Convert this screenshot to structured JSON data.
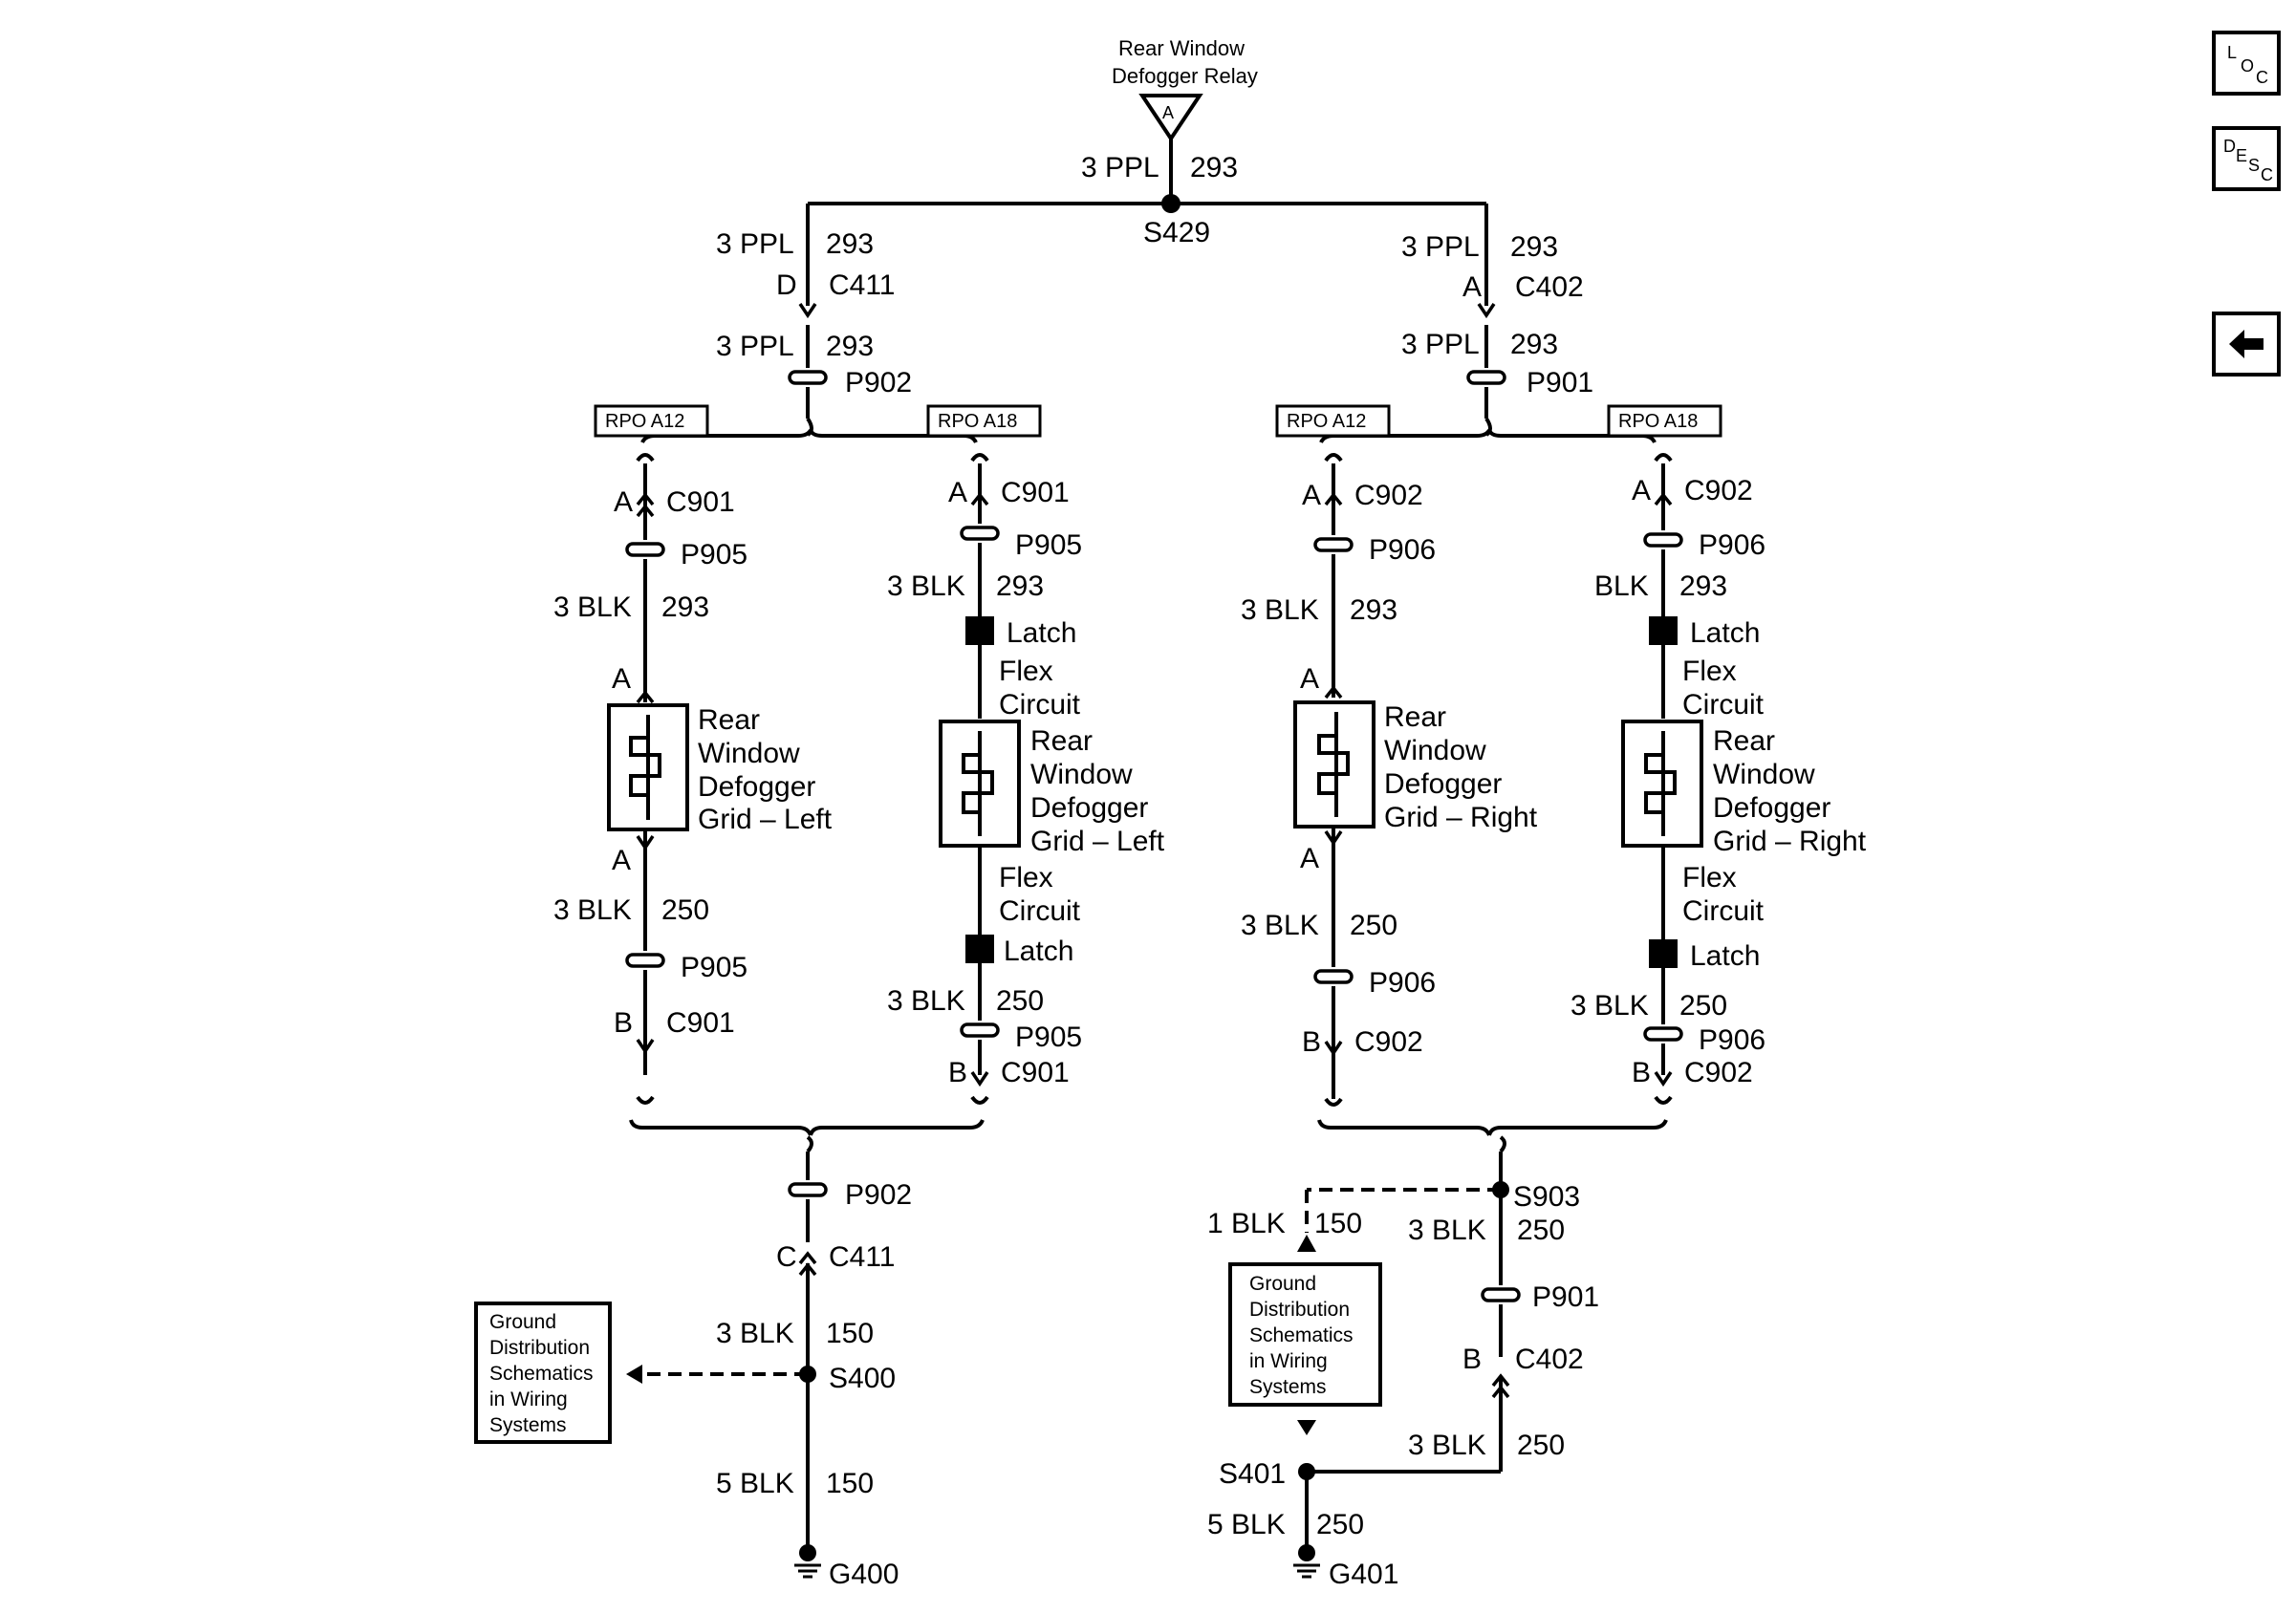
{
  "relay": {
    "title_line1": "Rear Window",
    "title_line2": "Defogger Relay",
    "terminal": "A"
  },
  "nav": {
    "loc": [
      "L",
      "O",
      "C"
    ],
    "desc": [
      "D",
      "E",
      "S",
      "C"
    ],
    "back_icon": "left-arrow-icon"
  },
  "labels": {
    "ppl3": "3 PPL",
    "blk3": "3 BLK",
    "blk": "BLK",
    "blk5": "5 BLK",
    "blk1": "1 BLK",
    "c293": "293",
    "c250": "250",
    "c150": "150",
    "s429": "S429",
    "s903": "S903",
    "s400": "S400",
    "s401": "S401",
    "g400": "G400",
    "g401": "G401",
    "c411": "C411",
    "c402": "C402",
    "c901": "C901",
    "c902": "C902",
    "p902": "P902",
    "p901": "P901",
    "p905": "P905",
    "p906": "P906",
    "pinA": "A",
    "pinB": "B",
    "pinC": "C",
    "pinD": "D",
    "rpo_a12": "RPO A12",
    "rpo_a18": "RPO A18",
    "latch": "Latch",
    "flex1": "Flex",
    "flex2": "Circuit",
    "rear": "Rear",
    "window": "Window",
    "defogger": "Defogger",
    "grid_left": "Grid – Left",
    "grid_right": "Grid – Right"
  },
  "ground_box": [
    "Ground",
    "Distribution",
    "Schematics",
    "in Wiring",
    "Systems"
  ]
}
